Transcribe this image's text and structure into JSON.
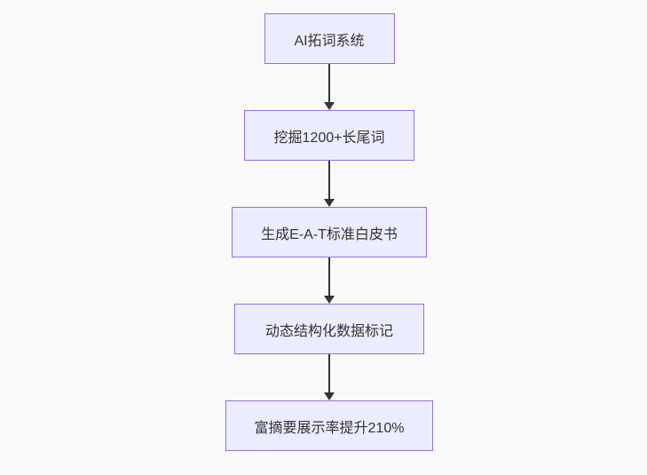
{
  "diagram": {
    "type": "flowchart",
    "direction": "top-down",
    "theme": {
      "background": "#f9f9f9",
      "node_fill": "#ececff",
      "node_border": "#9370db",
      "text_color": "#333333",
      "arrow_color": "#333333"
    },
    "nodes": [
      {
        "label": "AI拓词系统"
      },
      {
        "label": "挖掘1200+长尾词"
      },
      {
        "label": "生成E-A-T标准白皮书"
      },
      {
        "label": "动态结构化数据标记"
      },
      {
        "label": "富摘要展示率提升210%"
      }
    ],
    "edges": [
      {
        "from": 0,
        "to": 1
      },
      {
        "from": 1,
        "to": 2
      },
      {
        "from": 2,
        "to": 3
      },
      {
        "from": 3,
        "to": 4
      }
    ]
  }
}
